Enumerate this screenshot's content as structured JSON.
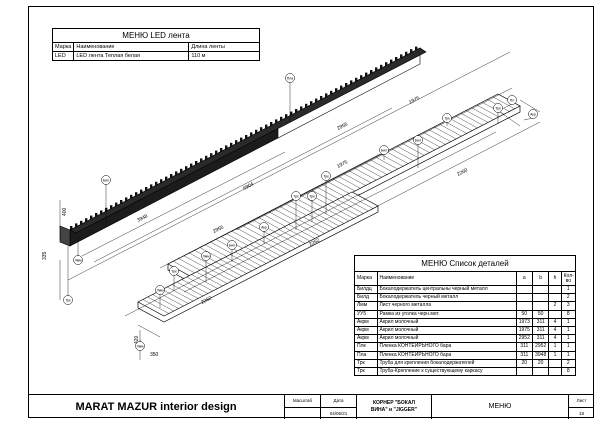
{
  "led_table": {
    "title": "МЕНЮ LED лента",
    "headers": [
      "Марка",
      "Наименование",
      "Длина ленты"
    ],
    "rows": [
      [
        "LED",
        "LED лента Теплая белая",
        "110 м"
      ]
    ]
  },
  "parts_table": {
    "title": "МЕНЮ Список деталей",
    "headers": [
      "Марка",
      "Наименование",
      "a",
      "b",
      "h",
      "Кол-во"
    ],
    "rows": [
      [
        "Билдц",
        "Бокалодержатель центральны черный металл",
        "",
        "",
        "",
        "1"
      ],
      [
        "Билд",
        "Бокалодержатель черный металл",
        "",
        "",
        "",
        "2"
      ],
      [
        "Лмм",
        "Лист черного металла",
        "",
        "",
        "2",
        "3"
      ],
      [
        "УУ5",
        "Рамка из уголка черн.мет.",
        "50",
        "50",
        "",
        "8"
      ],
      [
        "Акрм",
        "Акрил молочный",
        "1973",
        "311",
        "4",
        "1"
      ],
      [
        "Акрм",
        "Акрил молочный",
        "1975",
        "311",
        "4",
        "1"
      ],
      [
        "Акрм",
        "Акрил молочный",
        "2952",
        "311",
        "4",
        "1"
      ],
      [
        "Плк",
        "Пленка КОНТЕЙРЬНОГО бара",
        "311",
        "2952",
        "1",
        "1"
      ],
      [
        "Пла",
        "Пленка КОНТЕЙРЬНОГО бара",
        "311",
        "3948",
        "1",
        "1"
      ],
      [
        "Трк",
        "Труба для крепления бокалодержателей",
        "20",
        "20",
        "",
        "2"
      ],
      [
        "Трк",
        "Труба-Крепление к существующему каркасу",
        "",
        "",
        "",
        "8"
      ]
    ]
  },
  "dimensions": [
    "3948",
    "6904",
    "2956",
    "1975",
    "1975",
    "2956",
    "2262",
    "2262",
    "2260",
    "400",
    "335",
    "350",
    "420"
  ],
  "bubbles": [
    "Пла",
    "Бил",
    "Лмм",
    "Трк",
    "Пл",
    "Акр",
    "Трк",
    "Бил",
    "Трк",
    "Трк",
    "Акр",
    "Лмм",
    "Трк",
    "Лмм",
    "Бил",
    "Трк",
    "Бил",
    "Трк",
    "Лмм"
  ],
  "title_block": {
    "company": "MARAT MAZUR interior design",
    "scale_label": "Масштаб",
    "scale_value": "",
    "date_label": "Дата",
    "date_value": "04/06/21",
    "project_line1": "КОРНЕР \"БОКАЛ",
    "project_line2": "ВИНА\" и \"JIGGER\"",
    "sheet_name": "МЕНЮ",
    "sheet_label": "Лист",
    "sheet_number": "18"
  },
  "colors": {
    "line": "#000000",
    "led_fill": "#1a1a1a",
    "paper": "#ffffff"
  }
}
